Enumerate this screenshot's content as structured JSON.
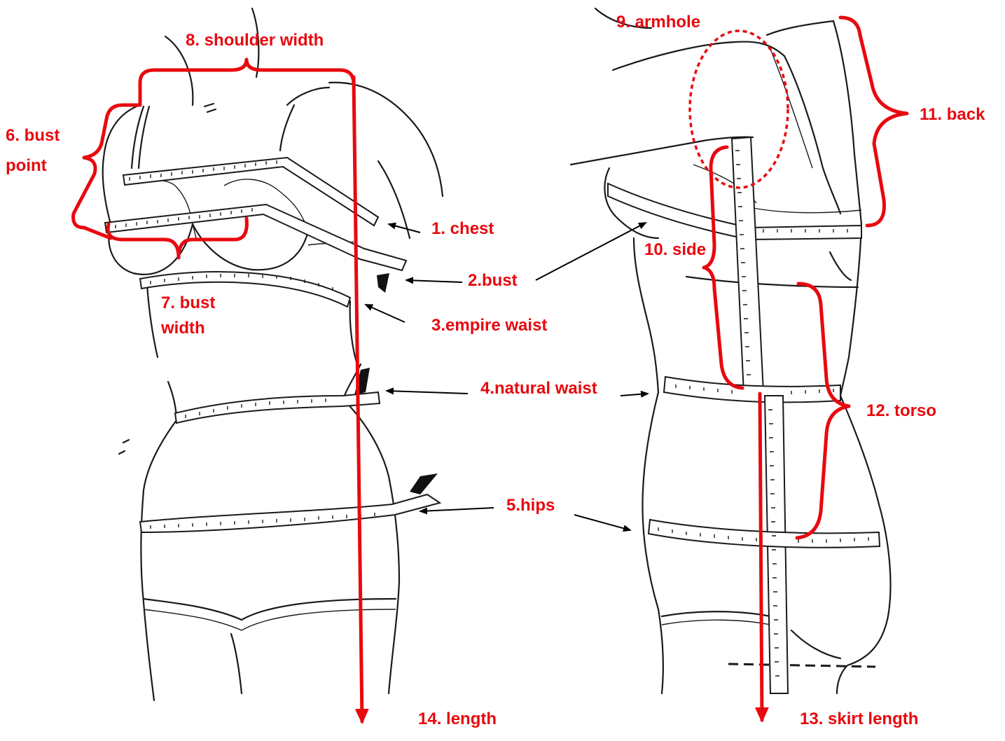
{
  "colors": {
    "annotation": "#e8090f",
    "line_art": "#1a1a1a",
    "pointer": "#000000",
    "background": "#ffffff"
  },
  "labels": {
    "chest": "1. chest",
    "bust": "2.bust",
    "empire_waist": "3.empire waist",
    "natural_waist": "4.natural waist",
    "hips": "5.hips",
    "bust_point_1": "6. bust",
    "bust_point_2": "point",
    "bust_width_1": "7. bust",
    "bust_width_2": "width",
    "shoulder_width": "8. shoulder width",
    "armhole": "9. armhole",
    "side": "10. side",
    "back": "11. back",
    "torso": "12. torso",
    "skirt_length": "13. skirt length",
    "length": "14. length"
  }
}
